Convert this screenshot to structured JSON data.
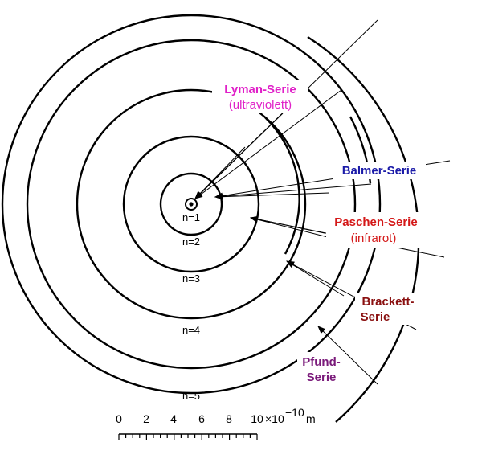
{
  "orbits": [
    {
      "label": "n=1"
    },
    {
      "label": "n=2"
    },
    {
      "label": "n=3"
    },
    {
      "label": "n=4"
    },
    {
      "label": "n=5"
    }
  ],
  "series": {
    "lyman": {
      "name": "Lyman-Serie",
      "sub": "(ultraviolett)",
      "color": "#e020c8"
    },
    "balmer": {
      "name": "Balmer-Serie",
      "color": "#1a1aa8"
    },
    "paschen": {
      "name": "Paschen-Serie",
      "sub": "(infrarot)",
      "color": "#d41818"
    },
    "brackett": {
      "name1": "Brackett-",
      "name2": "Serie",
      "color": "#8a1010"
    },
    "pfund": {
      "name1": "Pfund-",
      "name2": "Serie",
      "color": "#7a1a7a"
    }
  },
  "scale": {
    "ticks": [
      "0",
      "2",
      "4",
      "6",
      "8",
      "10"
    ],
    "unit_prefix": "×10",
    "exponent": "−10",
    "unit": "m"
  }
}
